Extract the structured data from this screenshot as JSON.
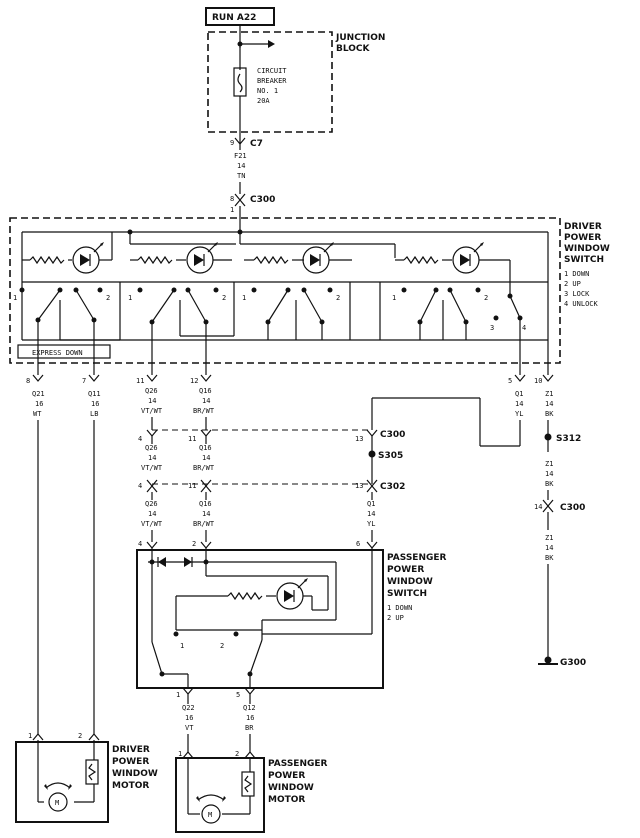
{
  "power_source": "RUN A22",
  "junction_block": {
    "label_line1": "JUNCTION",
    "label_line2": "BLOCK",
    "breaker": [
      "CIRCUIT",
      "BREAKER",
      "NO. 1",
      "20A"
    ]
  },
  "connectors": {
    "c7": "C7",
    "c300_top": "C300",
    "c300_mid": "C300",
    "c302": "C302",
    "c300_right": "C300",
    "s305": "S305",
    "s312": "S312",
    "g300": "G300"
  },
  "wire_f21": {
    "pin": "9",
    "circuit": "F21",
    "gauge": "14",
    "color": "TN"
  },
  "c300_pins": {
    "top": "8",
    "bottom": "1"
  },
  "driver_switch": {
    "title": [
      "DRIVER",
      "POWER",
      "WINDOW",
      "SWITCH"
    ],
    "legend": [
      "1 DOWN",
      "2 UP",
      "3 LOCK",
      "4 UNLOCK"
    ],
    "express_down": "EXPRESS DOWN",
    "inner_labels": [
      "1",
      "2",
      "1",
      "2",
      "1",
      "2",
      "1",
      "2",
      "3",
      "4"
    ]
  },
  "driver_outputs": [
    {
      "pin": "8",
      "circuit": "Q21",
      "gauge": "16",
      "color": "WT"
    },
    {
      "pin": "7",
      "circuit": "Q11",
      "gauge": "16",
      "color": "LB"
    },
    {
      "pin": "11",
      "circuit": "Q26",
      "gauge": "14",
      "color": "VT/WT"
    },
    {
      "pin": "12",
      "circuit": "Q16",
      "gauge": "14",
      "color": "BR/WT"
    },
    {
      "pin": "5",
      "circuit": "Q1",
      "gauge": "14",
      "color": "YL"
    },
    {
      "pin": "10",
      "circuit": "Z1",
      "gauge": "14",
      "color": "BK"
    }
  ],
  "mid_wires": {
    "c300_pins": [
      "4",
      "11",
      "13"
    ],
    "c302_pins": [
      "4",
      "11",
      "13"
    ],
    "q26": {
      "circuit": "Q26",
      "gauge": "14",
      "color": "VT/WT"
    },
    "q16": {
      "circuit": "Q16",
      "gauge": "14",
      "color": "BR/WT"
    },
    "q26b": {
      "circuit": "Q26",
      "gauge": "14",
      "color": "VT/WT"
    },
    "q16b": {
      "circuit": "Q16",
      "gauge": "14",
      "color": "BR/WT"
    },
    "q1": {
      "circuit": "Q1",
      "gauge": "14",
      "color": "YL"
    }
  },
  "ground_wires": {
    "z1a": {
      "circuit": "Z1",
      "gauge": "14",
      "color": "BK"
    },
    "z1b": {
      "circuit": "Z1",
      "gauge": "14",
      "color": "BK"
    },
    "c300_pin": "14"
  },
  "passenger_switch": {
    "title": [
      "PASSENGER",
      "POWER",
      "WINDOW",
      "SWITCH"
    ],
    "legend": [
      "1 DOWN",
      "2 UP"
    ],
    "pins": [
      "4",
      "2",
      "6"
    ],
    "inner_labels": [
      "1",
      "2"
    ]
  },
  "passenger_outputs": [
    {
      "pin": "1",
      "circuit": "Q22",
      "gauge": "16",
      "color": "VT"
    },
    {
      "pin": "5",
      "circuit": "Q12",
      "gauge": "16",
      "color": "BR"
    }
  ],
  "driver_motor": {
    "title": [
      "DRIVER",
      "POWER",
      "WINDOW",
      "MOTOR"
    ],
    "pins": [
      "1",
      "2"
    ],
    "symbol": "M"
  },
  "passenger_motor": {
    "title": [
      "PASSENGER",
      "POWER",
      "WINDOW",
      "MOTOR"
    ],
    "pins": [
      "1",
      "2"
    ],
    "symbol": "M"
  }
}
